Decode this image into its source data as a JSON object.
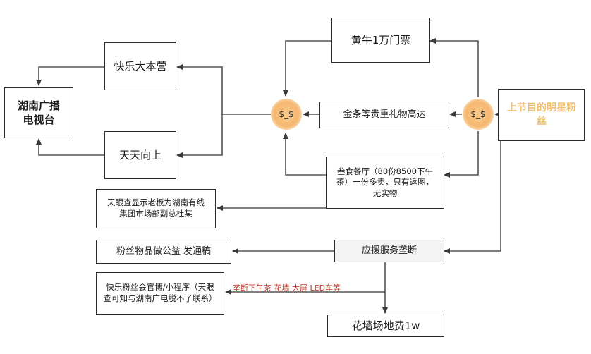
{
  "nodes": {
    "hunan_tv": "湖南广播\n电视台",
    "happy_camp": "快乐大本营",
    "day_day_up": "天天向上",
    "scalper_ticket": "黄牛1万门票",
    "gold_bar": "金条等贵重礼物高达",
    "restaurant": "叁食餐厅（80份8500下午茶）一份多卖，只有返图，无实物",
    "tianyancha_boss": "天眼查显示老板为湖南有线集团市场部副总杜某",
    "fan_charity": "粉丝物品做公益 发通稿",
    "support_monopoly": "应援服务垄断",
    "happy_fan_club": "快乐粉丝会官博/小程序（天眼查可知与湖南广电脱不了联系）",
    "flower_wall_fee": "花墙场地费1w",
    "star_fans": "上节目的明星粉丝",
    "coin_left": "$_$",
    "coin_right": "$_$"
  },
  "edge_labels": {
    "monopoly_items": "垄断下午茶 花墙 大屏 LED车等"
  },
  "colors": {
    "line": "#555555",
    "box_border": "#2b2b2b",
    "coin": "#f6b871",
    "star_fans_text": "#f0c070",
    "edge_label": "#c0392b"
  }
}
